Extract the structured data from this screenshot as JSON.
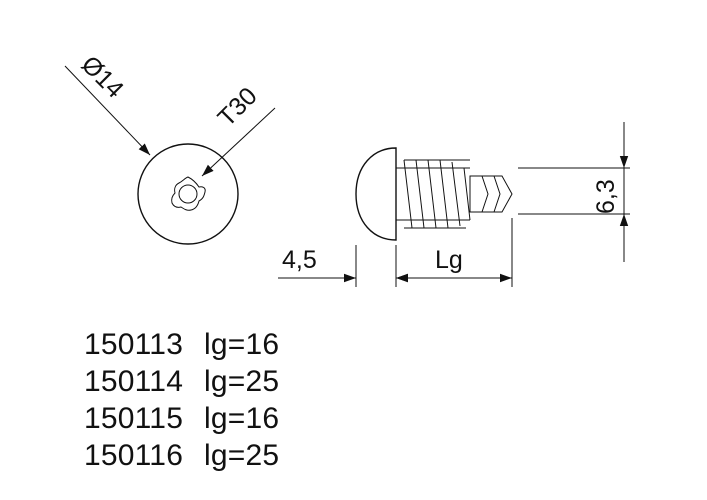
{
  "dimensions": {
    "head_diameter": "Ø14",
    "drive": "T30",
    "head_height": "4,5",
    "length": "Lg",
    "thread_diameter": "6,3"
  },
  "parts": [
    {
      "number": "150113",
      "length": "lg=16"
    },
    {
      "number": "150114",
      "length": "lg=25"
    },
    {
      "number": "150115",
      "length": "lg=16"
    },
    {
      "number": "150116",
      "length": "lg=25"
    }
  ]
}
